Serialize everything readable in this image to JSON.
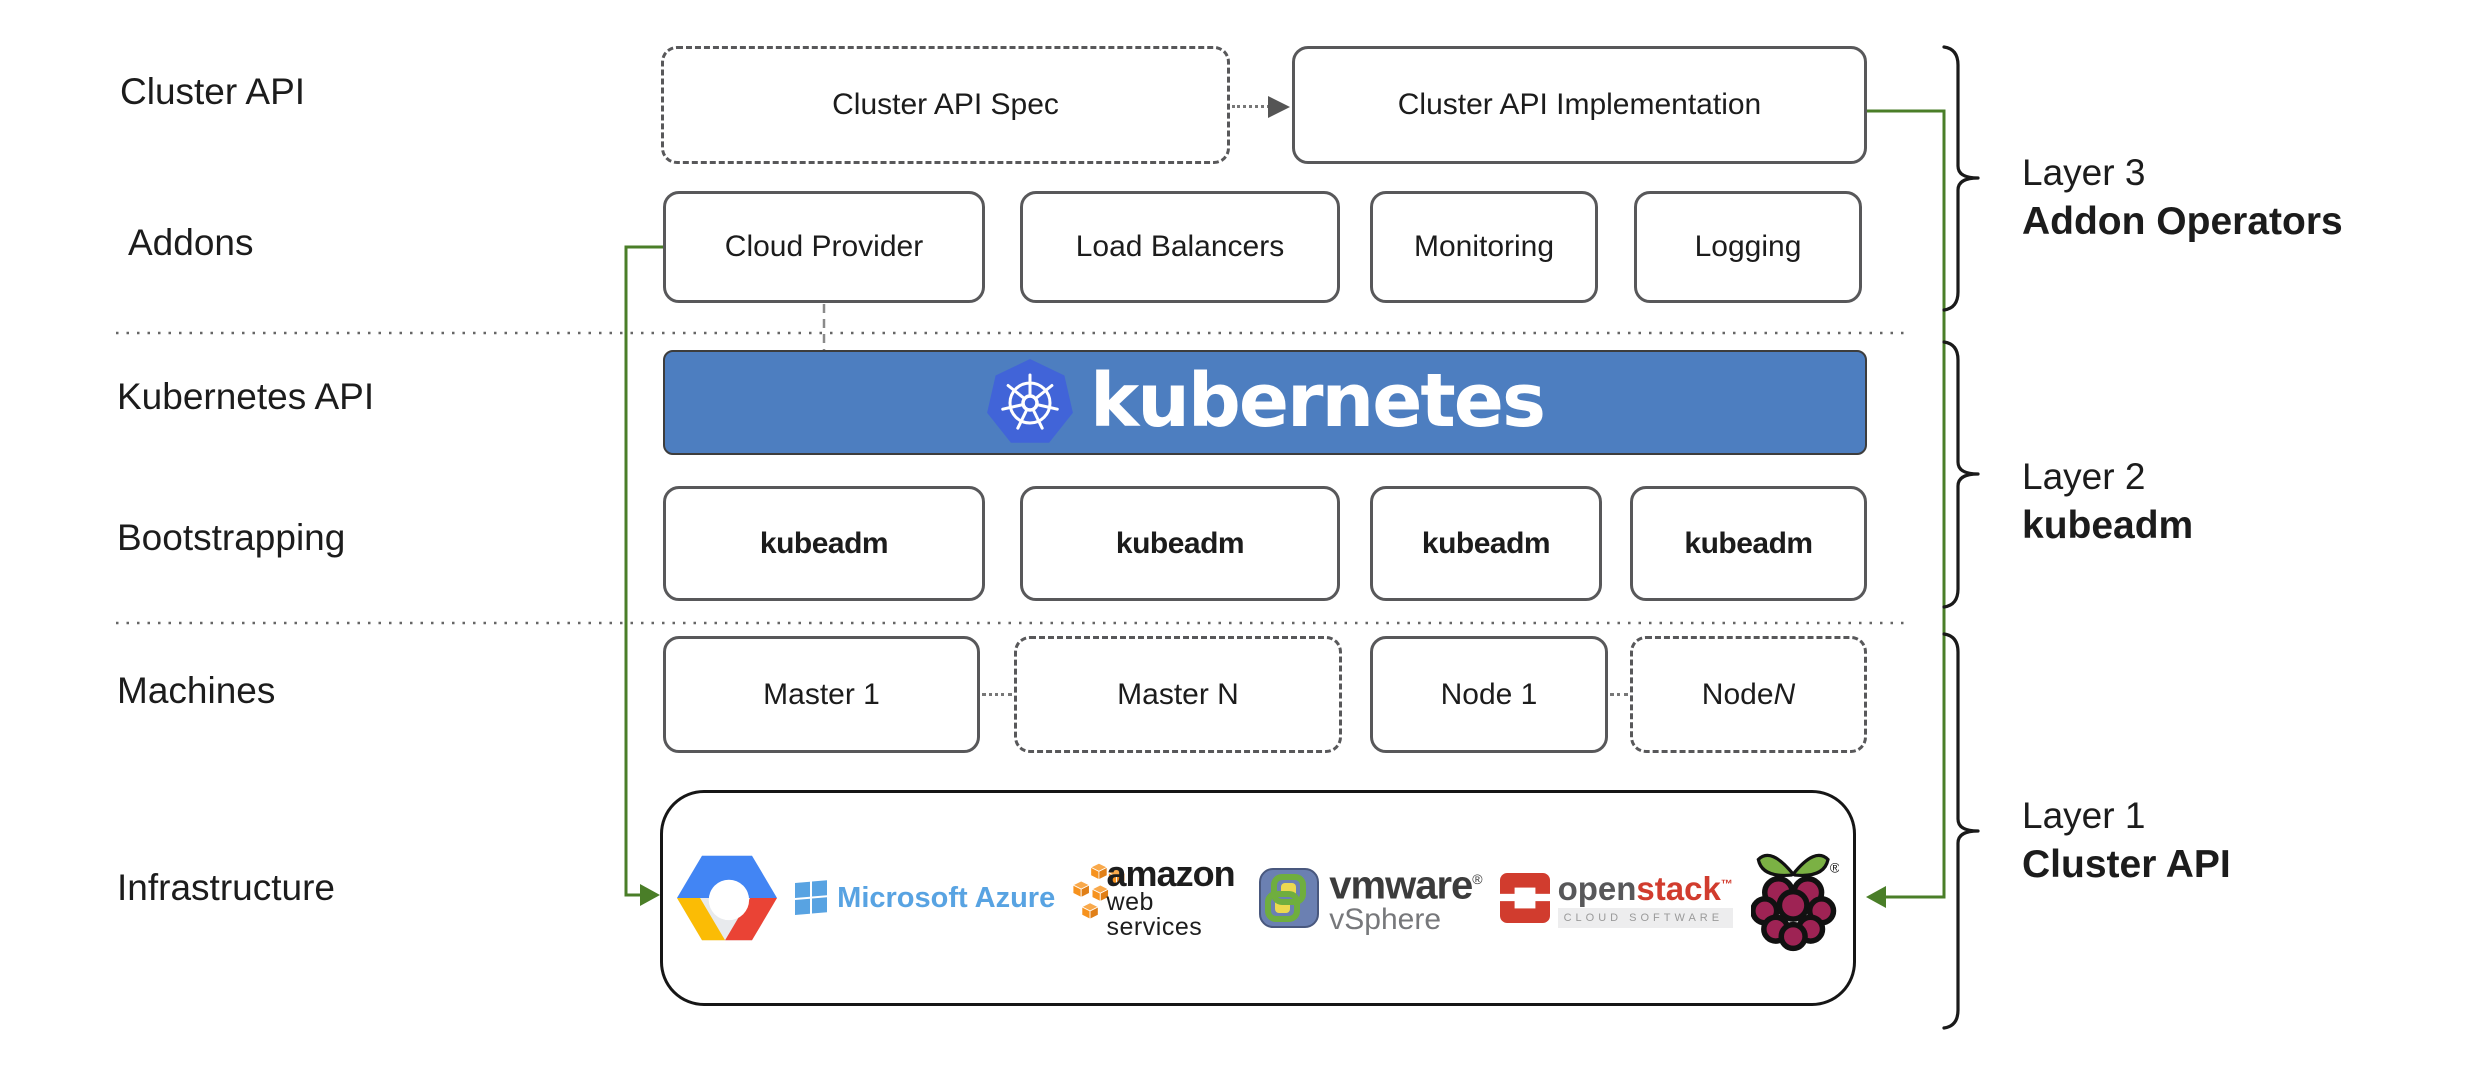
{
  "colors": {
    "banner_blue": "#4d7ec0",
    "k8s_logo_blue": "#4164d8",
    "accent_green": "#4a7e28",
    "box_border_gray": "#58585a",
    "text_dark": "#1c1c1c",
    "azure_blue": "#58a3e2",
    "aws_orange": "#f6921e",
    "vmware_slate": "#6b80b2",
    "openstack_red": "#d13c2e",
    "raspberry_red": "#9e2354",
    "leaf_green": "#7bb144"
  },
  "left_labels": {
    "cluster_api": "Cluster API",
    "addons": "Addons",
    "kubernetes_api": "Kubernetes API",
    "bootstrapping": "Bootstrapping",
    "machines": "Machines",
    "infrastructure": "Infrastructure"
  },
  "cluster_api_row": {
    "spec": "Cluster API Spec",
    "implementation": "Cluster API Implementation"
  },
  "addons_row": {
    "items": [
      "Cloud Provider",
      "Load Balancers",
      "Monitoring",
      "Logging"
    ]
  },
  "kubernetes_banner": {
    "wordmark": "kubernetes"
  },
  "bootstrapping_row": {
    "items": [
      "kubeadm",
      "kubeadm",
      "kubeadm",
      "kubeadm"
    ]
  },
  "machines_row": {
    "items": [
      {
        "text": "Master 1",
        "suffix": ""
      },
      {
        "text": "Master N",
        "suffix": ""
      },
      {
        "text": "Node 1",
        "suffix": ""
      },
      {
        "text": "Node ",
        "suffix": "N"
      }
    ]
  },
  "infrastructure_row": {
    "azure": {
      "label": "Microsoft Azure"
    },
    "aws": {
      "line1": "amazon",
      "line2": "web services"
    },
    "vmware": {
      "brand": "vmware",
      "reg": "®",
      "product": "vSphere"
    },
    "openstack": {
      "part1": "open",
      "part2": "stack",
      "tm": "™",
      "tagline": "CLOUD SOFTWARE"
    },
    "raspberry": {
      "reg": "®"
    }
  },
  "layer_annotations": {
    "items": [
      {
        "layer": "Layer 3",
        "name": "Addon Operators"
      },
      {
        "layer": "Layer 2",
        "name": "kubeadm"
      },
      {
        "layer": "Layer 1",
        "name": "Cluster API"
      }
    ]
  },
  "icons": [
    "kubernetes-wheel-icon",
    "google-cloud-icon",
    "microsoft-azure-flag-icon",
    "aws-cubes-icon",
    "vmware-icon",
    "openstack-icon",
    "raspberry-pi-icon"
  ]
}
